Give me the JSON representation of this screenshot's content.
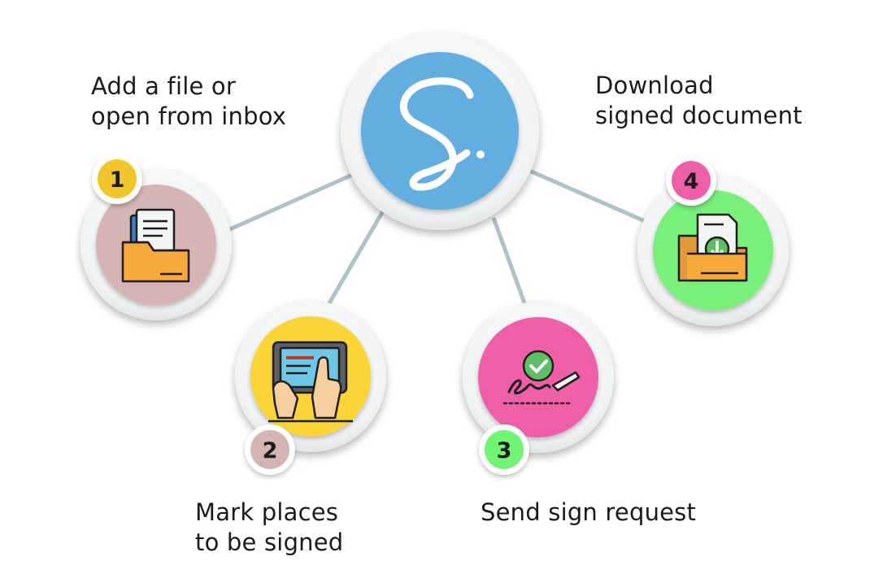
{
  "center": {
    "logo_text": "S.",
    "color": "#63aee0"
  },
  "steps": [
    {
      "number": "1",
      "label_lines": [
        "Add a file or",
        "open from inbox"
      ],
      "icon": "folder-icon",
      "color": "#d5b4b3",
      "badge_color": "#f1c62d"
    },
    {
      "number": "2",
      "label_lines": [
        "Mark places",
        "to be signed"
      ],
      "icon": "tablet-hands-icon",
      "color": "#fbd437",
      "badge_color": "#d5b4b3"
    },
    {
      "number": "3",
      "label_lines": [
        "Send sign request"
      ],
      "icon": "signature-check-icon",
      "color": "#ee5fa7",
      "badge_color": "#71f474"
    },
    {
      "number": "4",
      "label_lines": [
        "Download",
        "signed document"
      ],
      "icon": "download-folder-icon",
      "color": "#79f07a",
      "badge_color": "#ee5fa7"
    }
  ],
  "connector_color": "#adc3c8"
}
